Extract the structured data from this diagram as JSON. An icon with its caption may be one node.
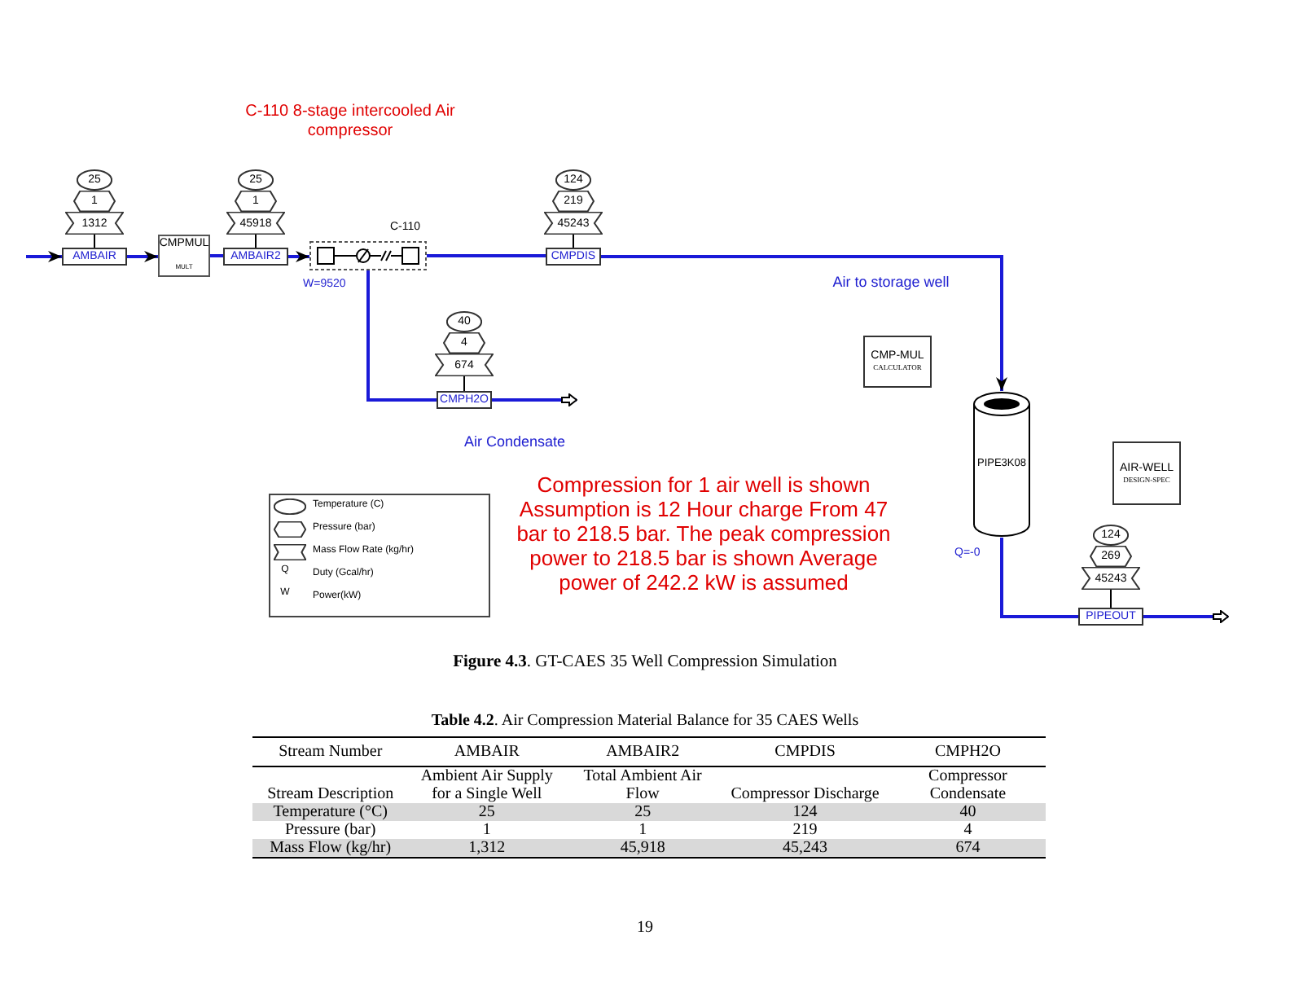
{
  "diagram": {
    "caption": "**Figure 4.3**. GT-CAES 35 Well Compression Simulation",
    "nodes": [
      {
        "text": [
          "25"
        ]
      },
      {
        "text": [
          "1"
        ]
      },
      {
        "text": [
          "1312"
        ]
      },
      {
        "text": [
          "AMBAIR"
        ]
      },
      {
        "text": [
          "CMPMUL",
          "MULT"
        ]
      },
      {
        "text": [
          "25"
        ]
      },
      {
        "text": [
          "1"
        ]
      },
      {
        "text": [
          "45918"
        ]
      },
      {
        "text": [
          "AMBAIR2"
        ]
      },
      {
        "text": [
          "C-110"
        ],
        "beside": [
          "W=9520"
        ]
      },
      {
        "text": [
          "124"
        ]
      },
      {
        "text": [
          "219"
        ]
      },
      {
        "text": [
          "45243"
        ]
      },
      {
        "text": [
          "CMPDIS"
        ]
      },
      {
        "text": [
          "40"
        ]
      },
      {
        "text": [
          "4"
        ]
      },
      {
        "text": [
          "674"
        ]
      },
      {
        "text": [
          "CMPH2O"
        ]
      },
      {
        "text": [
          "CMP-MUL",
          "CALCULATOR"
        ]
      },
      {
        "text": [
          "PIPE3K08"
        ],
        "beside": [
          "Q=-0"
        ]
      },
      {
        "text": [
          "AIR-WELL",
          "DESIGN-SPEC"
        ]
      },
      {
        "text": [
          "124"
        ]
      },
      {
        "text": [
          "269"
        ]
      },
      {
        "text": [
          "45243"
        ]
      },
      {
        "text": [
          "PIPEOUT"
        ]
      }
    ],
    "edges": [
      {
        "from": null,
        "to": 3,
        "arrow": "to"
      },
      {
        "from": 3,
        "to": 4,
        "arrow": "to"
      },
      {
        "from": 4,
        "to": 8,
        "arrow": "none"
      },
      {
        "from": 8,
        "to": 9,
        "arrow": "to"
      },
      {
        "from": 9,
        "to": 13,
        "arrow": "none"
      },
      {
        "from": 13,
        "to": 19,
        "arrow": "to"
      },
      {
        "from": 9,
        "to": 17,
        "arrow": "none"
      },
      {
        "from": 17,
        "to": null,
        "arrow": "to"
      },
      {
        "from": 19,
        "to": 24,
        "arrow": "none"
      },
      {
        "from": 24,
        "to": null,
        "arrow": "to"
      },
      {
        "from": 2,
        "to": 3,
        "arrow": "none",
        "color": "#000000"
      },
      {
        "from": 7,
        "to": 8,
        "arrow": "none",
        "color": "#000000"
      },
      {
        "from": 12,
        "to": 13,
        "arrow": "none",
        "color": "#000000"
      },
      {
        "from": 16,
        "to": 17,
        "arrow": "none",
        "color": "#000000"
      },
      {
        "from": 23,
        "to": 24,
        "arrow": "none",
        "color": "#000000"
      }
    ],
    "labels": [
      "C-110 8-stage intercooled Air compressor",
      "Air to storage well",
      "Air Condensate",
      "Compression for 1 air well is shown Assumption is 12 Hour charge From 47 bar to 218.5 bar. The peak compression power to 218.5 bar is shown Average power of 242.2 kW is assumed",
      "Q",
      "W",
      "**Table 4.2**. Air Compression Material Balance for 35 CAES Wells",
      "Stream Number",
      "AMBAIR",
      "AMBAIR2",
      "CMPDIS",
      "CMPH2O",
      "Stream Description",
      "Ambient Air Supply for a Single Well",
      "Total Ambient Air Flow",
      "Compressor Discharge",
      "Compressor Condensate",
      "Temperature (°C)",
      "25",
      "25",
      "124",
      "40",
      "Pressure (bar)",
      "1",
      "1",
      "219",
      "4",
      "Mass Flow (kg/hr)",
      "1,312",
      "45,918",
      "45,243",
      "674",
      "19"
    ],
    "legend": [
      {
        "text": "Temperature (C)"
      },
      {
        "text": "Pressure (bar)"
      },
      {
        "text": "Mass Flow Rate (kg/hr)"
      },
      {
        "text": "Duty (Gcal/hr)"
      },
      {
        "text": "Power(kW)"
      }
    ]
  }
}
